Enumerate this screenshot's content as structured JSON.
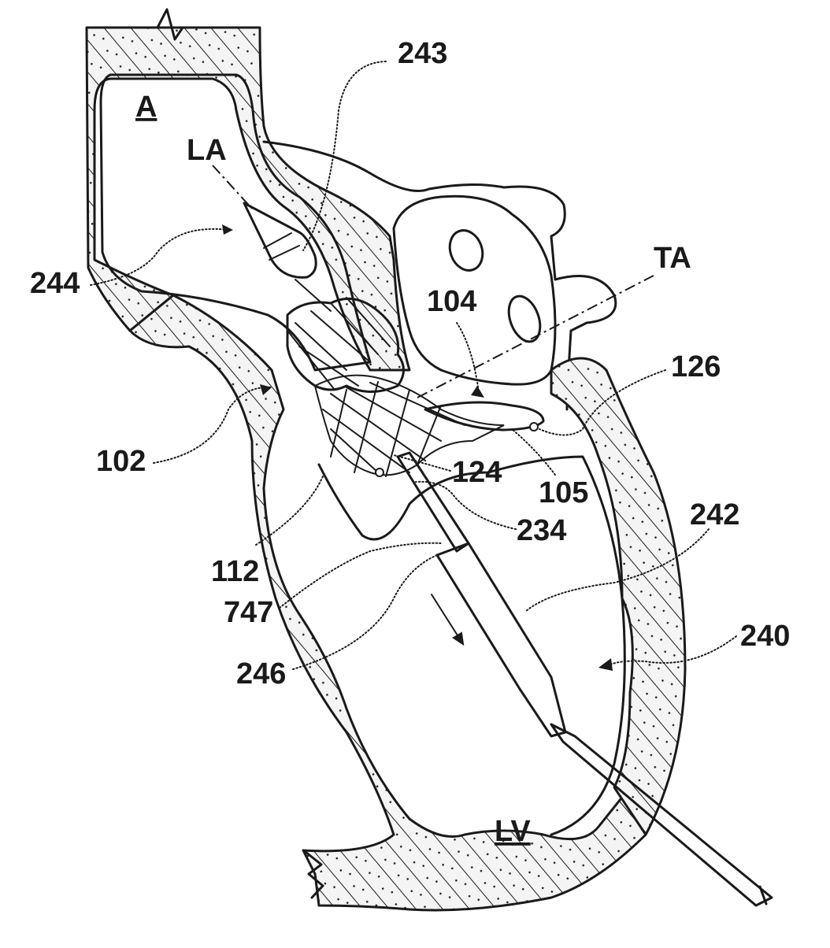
{
  "figure": {
    "colors": {
      "ink": "#1a1a1a",
      "tissue_fill": "#f4f4f4",
      "background": "#ffffff"
    },
    "regions": [
      {
        "key": "aorta",
        "text": "A",
        "underlined": true
      },
      {
        "key": "left_ventricle",
        "text": "LV",
        "underlined": true
      }
    ],
    "axis_labels": [
      {
        "key": "longitudinal_axis",
        "text": "LA"
      },
      {
        "key": "transverse_axis",
        "text": "TA"
      }
    ],
    "reference_numerals": [
      {
        "key": "r243",
        "text": "243"
      },
      {
        "key": "r244",
        "text": "244"
      },
      {
        "key": "r104",
        "text": "104"
      },
      {
        "key": "r126",
        "text": "126"
      },
      {
        "key": "r102",
        "text": "102"
      },
      {
        "key": "r124",
        "text": "124"
      },
      {
        "key": "r105",
        "text": "105"
      },
      {
        "key": "r234",
        "text": "234"
      },
      {
        "key": "r242",
        "text": "242"
      },
      {
        "key": "r112",
        "text": "112"
      },
      {
        "key": "r747",
        "text": "747"
      },
      {
        "key": "r240",
        "text": "240"
      },
      {
        "key": "r246",
        "text": "246"
      }
    ]
  }
}
